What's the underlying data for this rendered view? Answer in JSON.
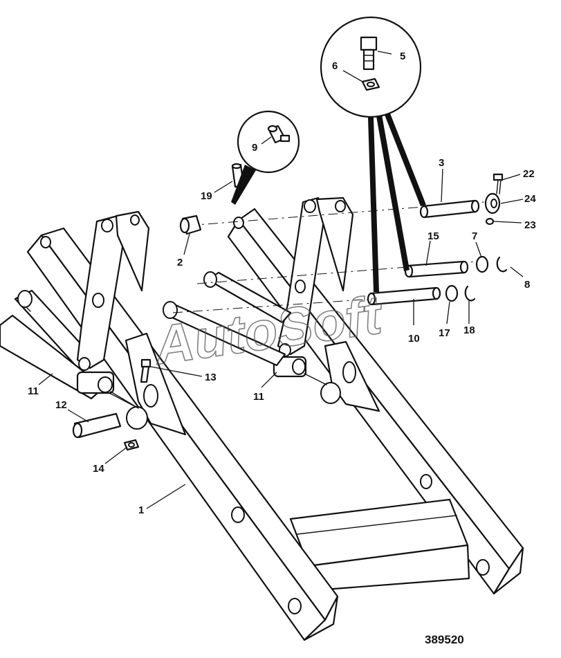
{
  "watermark": "AutoSoft",
  "figure_number": "389520",
  "callouts": [
    {
      "id": "c1",
      "text": "1"
    },
    {
      "id": "c2",
      "text": "2"
    },
    {
      "id": "c3",
      "text": "3"
    },
    {
      "id": "c5",
      "text": "5"
    },
    {
      "id": "c6",
      "text": "6"
    },
    {
      "id": "c7",
      "text": "7"
    },
    {
      "id": "c8",
      "text": "8"
    },
    {
      "id": "c9",
      "text": "9"
    },
    {
      "id": "c10",
      "text": "10"
    },
    {
      "id": "c11a",
      "text": "11"
    },
    {
      "id": "c11b",
      "text": "11"
    },
    {
      "id": "c12",
      "text": "12"
    },
    {
      "id": "c13",
      "text": "13"
    },
    {
      "id": "c14",
      "text": "14"
    },
    {
      "id": "c15",
      "text": "15"
    },
    {
      "id": "c17",
      "text": "17"
    },
    {
      "id": "c18",
      "text": "18"
    },
    {
      "id": "c19",
      "text": "19"
    },
    {
      "id": "c22",
      "text": "22"
    },
    {
      "id": "c23",
      "text": "23"
    },
    {
      "id": "c24",
      "text": "24"
    }
  ]
}
